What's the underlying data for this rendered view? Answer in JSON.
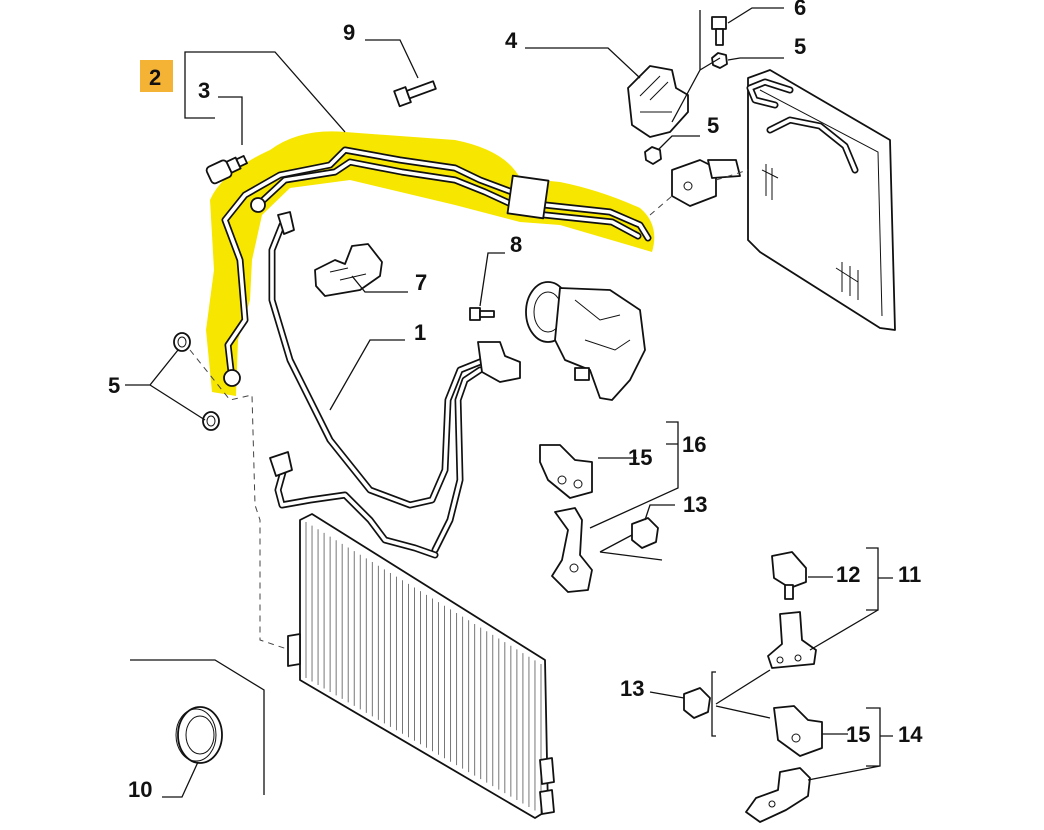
{
  "labels": {
    "l1": "1",
    "l2": "2",
    "l3": "3",
    "l4": "4",
    "l5a": "5",
    "l5b": "5",
    "l5c": "5",
    "l6": "6",
    "l7": "7",
    "l8": "8",
    "l9": "9",
    "l10": "10",
    "l11": "11",
    "l12": "12",
    "l13a": "13",
    "l13b": "13",
    "l14": "14",
    "l15a": "15",
    "l15b": "15",
    "l16": "16"
  },
  "colors": {
    "highlight": "#f7e600",
    "selected_label_bg": "#f5b335",
    "line": "#111111"
  },
  "selected_part": "2"
}
